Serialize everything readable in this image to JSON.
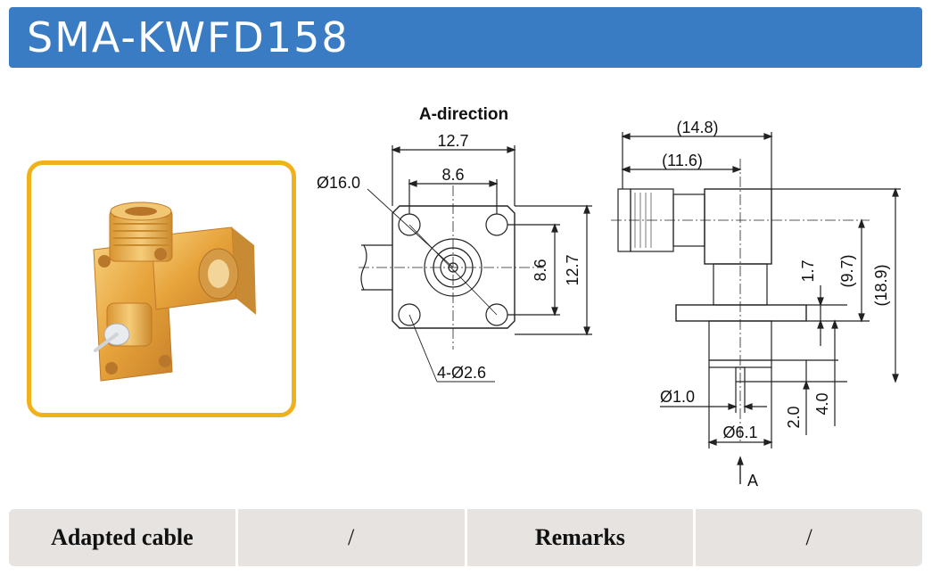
{
  "header": {
    "title": "SMA-KWFD158"
  },
  "product_photo": {
    "frame_color": "#efb21a",
    "subject": "connector-photo"
  },
  "drawing": {
    "front_view_title": "A-direction",
    "front": {
      "width_outer": "12.7",
      "hole_spacing_h": "8.6",
      "diameter": "Ø16.0",
      "hole_spacing_v": "8.6",
      "height_outer": "12.7",
      "holes": "4-Ø2.6"
    },
    "side": {
      "length_overall": "(14.8)",
      "length_body": "(11.6)",
      "flange_thickness": "1.7",
      "height_upper": "(9.7)",
      "height_overall": "(18.9)",
      "pin_diameter": "Ø1.0",
      "dielectric_diameter": "Ø6.1",
      "pin_length": "2.0",
      "insulator_length": "4.0",
      "direction_label": "A"
    }
  },
  "spec_table": {
    "adapted_cable_label": "Adapted cable",
    "adapted_cable_value": "/",
    "remarks_label": "Remarks",
    "remarks_value": "/"
  },
  "colors": {
    "header_bg": "#3a7cc4",
    "table_bg": "#e6e3e1",
    "gold": "#e8a93c"
  }
}
